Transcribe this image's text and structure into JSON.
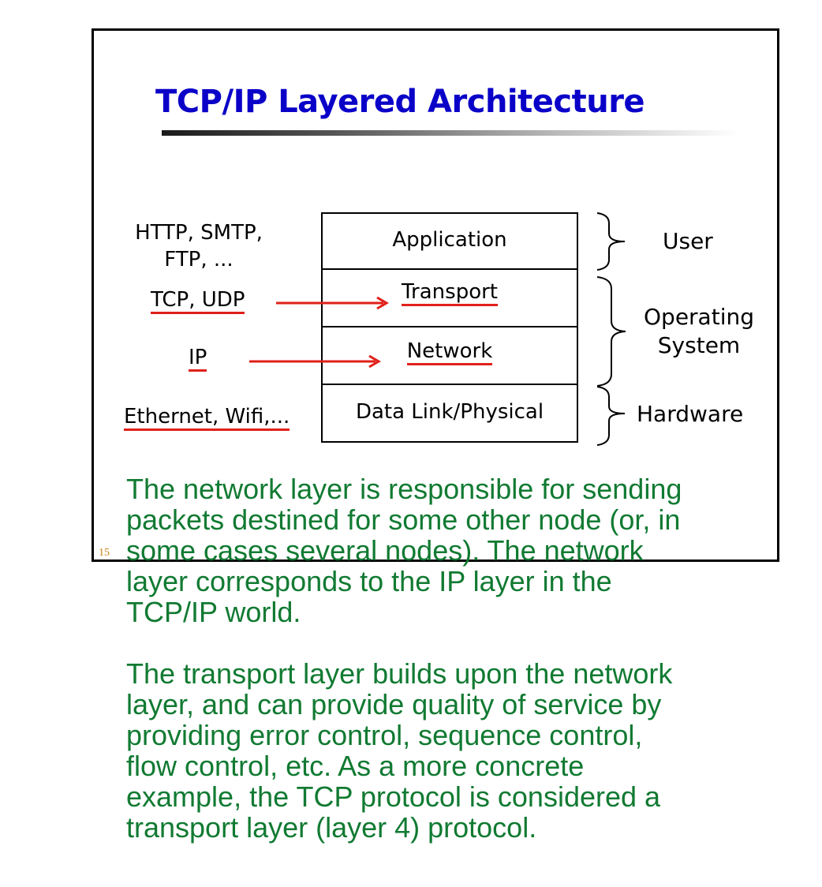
{
  "slide": {
    "title": "TCP/IP Layered Architecture",
    "page_number": "15"
  },
  "layers": [
    {
      "label": "Application"
    },
    {
      "label": "Transport"
    },
    {
      "label": "Network"
    },
    {
      "label": "Data Link/Physical"
    }
  ],
  "protocols": {
    "application": [
      "HTTP, SMTP,",
      "FTP, ..."
    ],
    "transport": "TCP, UDP",
    "network": "IP",
    "link": "Ethernet, Wifi,..."
  },
  "groups": {
    "user": "User",
    "os": [
      "Operating",
      "System"
    ],
    "hardware": "Hardware"
  },
  "colors": {
    "title": "#0a00c8",
    "arrow": "#e0201a",
    "body_text": "#117a32",
    "page_number": "#c8841e"
  },
  "paragraphs": [
    [
      "The network layer is responsible for sending",
      "packets destined for some other node (or, in",
      "some cases several nodes). The network",
      "layer corresponds to the IP layer in the",
      "TCP/IP world."
    ],
    [
      "The transport layer builds upon the network",
      "layer, and can provide quality of service by",
      "providing error control, sequence control,",
      "flow control, etc. As a more concrete",
      "example, the TCP protocol is considered a",
      "transport layer (layer 4) protocol."
    ]
  ]
}
